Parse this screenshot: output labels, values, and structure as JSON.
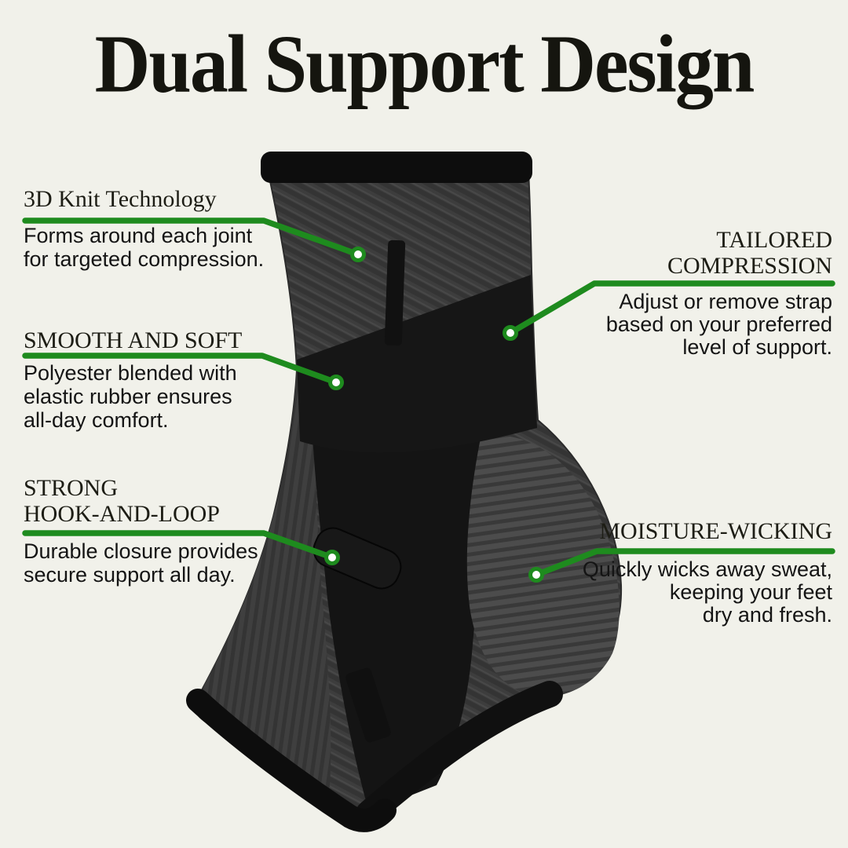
{
  "title": "Dual Support Design",
  "colors": {
    "background": "#f1f1ea",
    "accent_green": "#1e8b1e",
    "heading_text": "#1d1d15",
    "body_text": "#141414",
    "product_knit_dark": "#3d3d3d",
    "product_strap_black": "#141414",
    "product_heel_gray": "#4c4c4c"
  },
  "product_image": "ankle-compression-sleeve-with-straps",
  "callouts": {
    "knit": {
      "heading_lines": [
        "3D Knit Technology"
      ],
      "desc_lines": [
        "Forms around each joint",
        "for targeted compression."
      ]
    },
    "smooth": {
      "heading_lines": [
        "SMOOTH AND SOFT"
      ],
      "desc_lines": [
        "Polyester blended with",
        "elastic rubber ensures",
        "all-day comfort."
      ]
    },
    "hook": {
      "heading_lines": [
        "STRONG",
        "HOOK-AND-LOOP"
      ],
      "desc_lines": [
        "Durable closure provides",
        "secure support all day."
      ]
    },
    "tailored": {
      "heading_lines": [
        "TAILORED",
        "COMPRESSION"
      ],
      "desc_lines": [
        "Adjust or remove strap",
        "based on your preferred",
        "level of support."
      ]
    },
    "moisture": {
      "heading_lines": [
        "MOISTURE-WICKING"
      ],
      "desc_lines": [
        "Quickly wicks away sweat,",
        "keeping your feet",
        "dry and fresh."
      ]
    }
  }
}
